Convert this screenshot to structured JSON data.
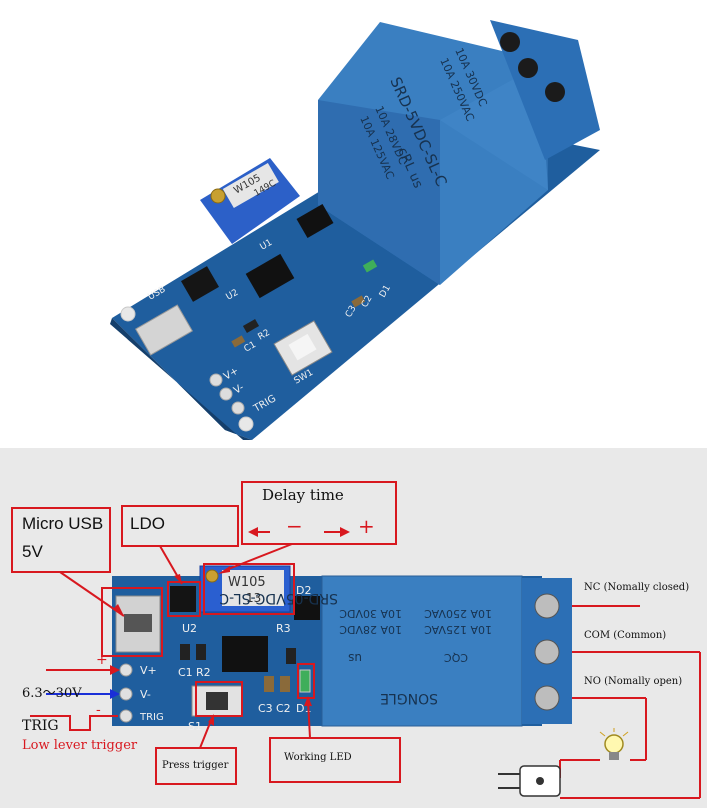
{
  "photo": {
    "relay_model": "SRD-5VDC-SL-C",
    "relay_ratings": [
      "10A 250VAC",
      "10A 125VAC",
      "10A 30VDC",
      "10A 28VDC"
    ],
    "relay_cert": "cRL us",
    "pot_label": "W105",
    "pot_sub": "149C",
    "silk": {
      "usb": "USB",
      "u2": "U2",
      "u1": "U1",
      "r2": "R2",
      "c1": "C1",
      "c2": "C2",
      "c3": "C3",
      "d1": "D1",
      "vplus": "V+",
      "vminus": "V-",
      "trig": "TRIG",
      "sw1": "SW1"
    }
  },
  "diagram": {
    "micro_usb": "Micro USB",
    "five_v": "5V",
    "ldo": "LDO",
    "delay_time": "Delay time",
    "minus": "−",
    "plus": "+",
    "pot_label": "W105",
    "pot_sub": "13",
    "d2": "D2",
    "u2": "U2",
    "r3": "R3",
    "c1": "C1",
    "r2": "R2",
    "c3": "C3",
    "c2": "C2",
    "d1": "D1",
    "s1": "S1",
    "vplus": "V+",
    "vminus": "V-",
    "trig_pin": "TRIG",
    "relay_model": "SRD-05VDC-SL-C",
    "relay_ratings": [
      "10A 250VAC",
      "10A 125VAC",
      "10A 30VDC",
      "10A 28VDC"
    ],
    "relay_brand": "SONGLE",
    "relay_us": "us",
    "relay_cqc": "CQC",
    "power_plus": "+",
    "power_range": "6.3～30V",
    "power_minus": "-",
    "trig": "TRIG",
    "trig_desc": "Low lever trigger",
    "press_trigger": "Press trigger",
    "working_led": "Working LED",
    "nc": "NC (Nomally closed)",
    "com": "COM (Common)",
    "no": "NO (Nomally open)"
  },
  "colors": {
    "annotation": "#d8181f",
    "pcb": "#1f5e9e",
    "relay": "#3a7fc1",
    "terminal": "#2c6fb5",
    "wire_blue": "#1a2fd8"
  }
}
